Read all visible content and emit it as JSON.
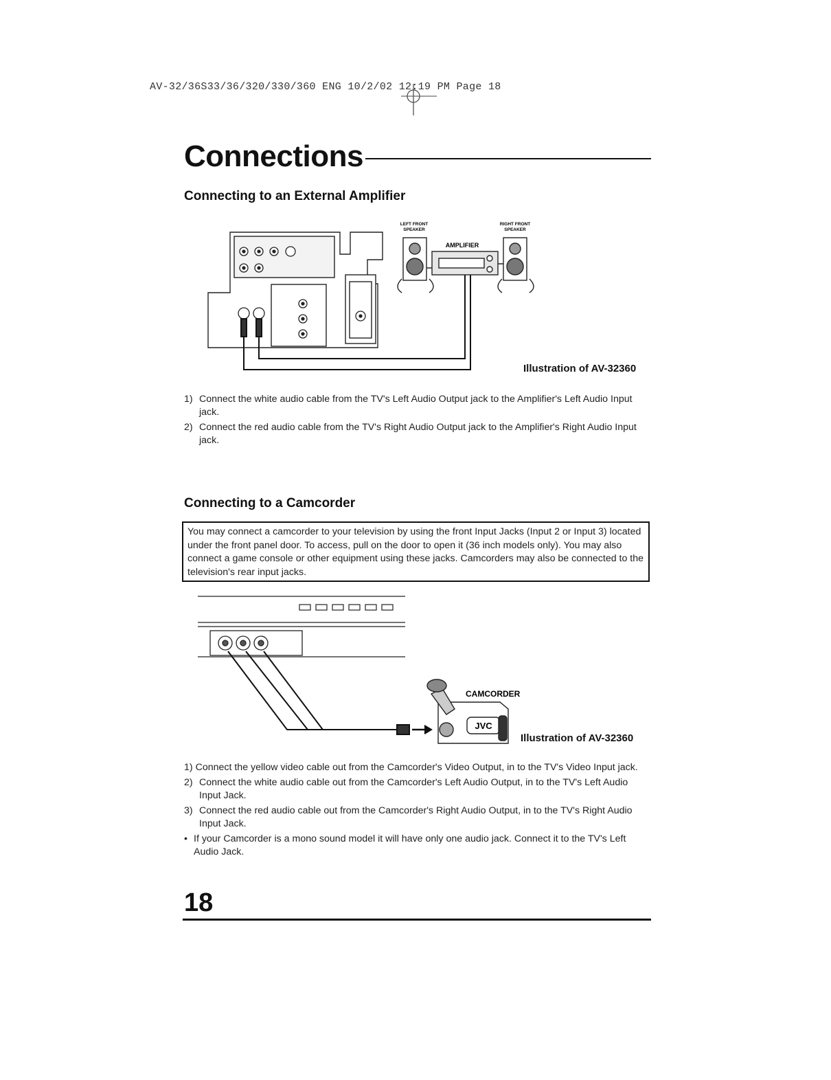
{
  "header": {
    "print_line": "AV-32/36S33/36/320/330/360 ENG 10/2/02 12:19 PM Page 18"
  },
  "page_title": "Connections",
  "amplifier_section": {
    "heading": "Connecting to an External Amplifier",
    "diagram_labels": {
      "left_front_speaker": [
        "LEFT FRONT",
        "SPEAKER"
      ],
      "right_front_speaker": [
        "RIGHT FRONT",
        "SPEAKER"
      ],
      "amplifier": "AMPLIFIER"
    },
    "caption": "Illustration of AV-32360",
    "steps": [
      {
        "num": "1)",
        "text": "Connect the white audio cable from the TV's Left Audio Output jack to the Amplifier's Left Audio Input jack."
      },
      {
        "num": "2)",
        "text": "Connect the red audio cable from the TV's Right Audio Output jack to the Amplifier's Right Audio Input jack."
      }
    ]
  },
  "camcorder_section": {
    "heading": "Connecting to a Camcorder",
    "note": "You may connect a camcorder to your television by using the front Input Jacks (Input 2 or Input 3) located under the front panel door. To access, pull on the door to open it (36 inch models only). You may also connect a game console or other equipment using these jacks. Camcorders may also be connected to the television's rear input jacks.",
    "diagram_labels": {
      "camcorder": "CAMCORDER",
      "brand": "JVC"
    },
    "caption": "Illustration of AV-32360",
    "steps": [
      {
        "num": "1)",
        "text": "Connect the yellow video cable out from the Camcorder's Video Output, in to the TV's Video      Input jack."
      },
      {
        "num": "2)",
        "text": "Connect the white audio cable out from the Camcorder's Left Audio Output, in to the TV's Left Audio Input Jack."
      },
      {
        "num": "3)",
        "text": "Connect the red audio cable out from the Camcorder's Right Audio Output, in to the TV's Right Audio Input Jack."
      },
      {
        "num": "•",
        "text": "If your Camcorder is a mono sound model it will have only one audio jack. Connect it to the TV's Left Audio Jack."
      }
    ]
  },
  "footer": {
    "page_number": "18"
  }
}
